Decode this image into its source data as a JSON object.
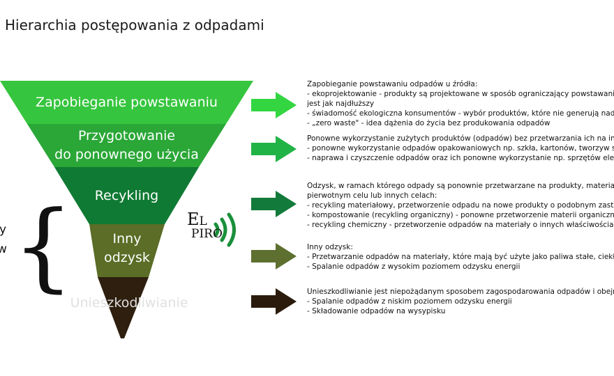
{
  "title": "Hierarchia postępowania z odpadami",
  "side_labels": [
    "y",
    "w"
  ],
  "levels": [
    {
      "lines": [
        "Zapobieganie powstawaniu"
      ],
      "color": "#36c53e"
    },
    {
      "lines": [
        "Przygotowanie",
        "do ponownego użycia"
      ],
      "color": "#2aa737"
    },
    {
      "lines": [
        "Recykling"
      ],
      "color": "#0f7a33"
    },
    {
      "lines": [
        "Inny",
        "odzysk"
      ],
      "color": "#5b6d26"
    },
    {
      "lines": [
        "Unieszkodliwianie"
      ],
      "color": "#2e1f0f"
    }
  ],
  "arrow_colors": [
    "#33d641",
    "#22b347",
    "#127a3a",
    "#5d7030",
    "#2b1b0c"
  ],
  "descriptions": [
    [
      "Zapobieganie powstawaniu odpadów u źródła:",
      "- ekoprojektowanie - produkty są projektowane w sposób ograniczający powstawanie odpadów",
      "jest jak najdłuższy",
      "- świadomość ekologiczna konsumentów - wybór produktów, które nie generują nadmiernej",
      "- „zero waste\" - idea dążenia do życia bez produkowania odpadów"
    ],
    [
      "Ponowne wykorzystanie zużytych produktów (odpadów) bez przetwarzania ich na inne produkty",
      "- ponowne wykorzystanie odpadów opakowaniowych np. szkła, kartonów, tworzyw sztucznych",
      "- naprawa i czyszczenie odpadów oraz ich ponowne wykorzystanie np. sprzętów elektronicznych"
    ],
    [
      "Odzysk, w ramach którego odpady są ponownie przetwarzane na produkty, materiały lub substancje",
      "pierwotnym celu lub innych celach:",
      "- recykling materiałowy, przetworzenie odpadu na nowe produkty o podobnym zastosowaniu",
      "- kompostowanie (recykling organiczny) - ponowne przetworzenie materii organicznej zawartej",
      "- recykling chemiczny - przetworzenie odpadów na materiały o innych właściwościach fizykochemicznych"
    ],
    [
      "Inny odzysk:",
      "- Przetwarzanie odpadów na materiały, które mają być użyte jako paliwa stałe, ciekłe lub gazowe",
      "- Spalanie odpadów z wysokim poziomem odzysku energii"
    ],
    [
      "Unieszkodliwianie jest niepożądanym sposobem zagospodarowania odpadów i obejmuje",
      "- Spalanie odpadów z niskim poziomem odzysku energii",
      "- Składowanie odpadów na wysypisku"
    ]
  ],
  "logo": {
    "e": "E",
    "l": "L",
    "piro": "PIRO"
  }
}
